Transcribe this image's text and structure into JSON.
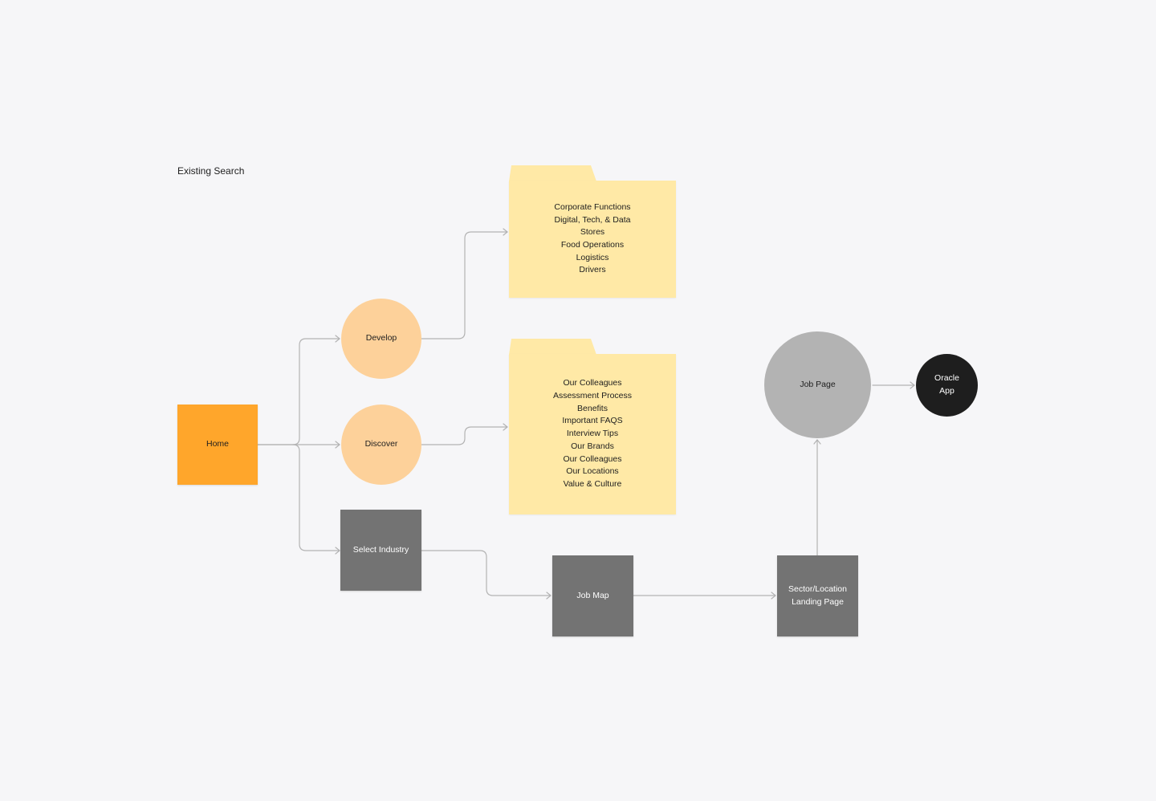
{
  "title": "Existing Search",
  "nodes": {
    "home": "Home",
    "develop": "Develop",
    "discover": "Discover",
    "select_industry": "Select Industry",
    "job_map": "Job Map",
    "sector_landing": "Sector/Location\nLanding Page",
    "job_page": "Job Page",
    "oracle_app": "Oracle\nApp"
  },
  "folders": {
    "develop": {
      "items": [
        "Corporate Functions",
        "Digital, Tech, & Data",
        "Stores",
        "Food Operations",
        "Logistics",
        "Drivers"
      ]
    },
    "discover": {
      "items": [
        "Our Colleagues",
        "Assessment Process",
        "Benefits",
        "Important FAQS",
        "Interview Tips",
        "Our Brands",
        "Our Colleagues",
        "Our Locations",
        "Value & Culture"
      ]
    }
  },
  "colors": {
    "background": "#f6f6f8",
    "home": "#ffa62b",
    "peach_circle": "#fdd19a",
    "folder": "#ffe9a6",
    "grey_node": "#737373",
    "job_page": "#b3b3b3",
    "oracle": "#1e1e1e",
    "connector": "#b3b3b3"
  }
}
